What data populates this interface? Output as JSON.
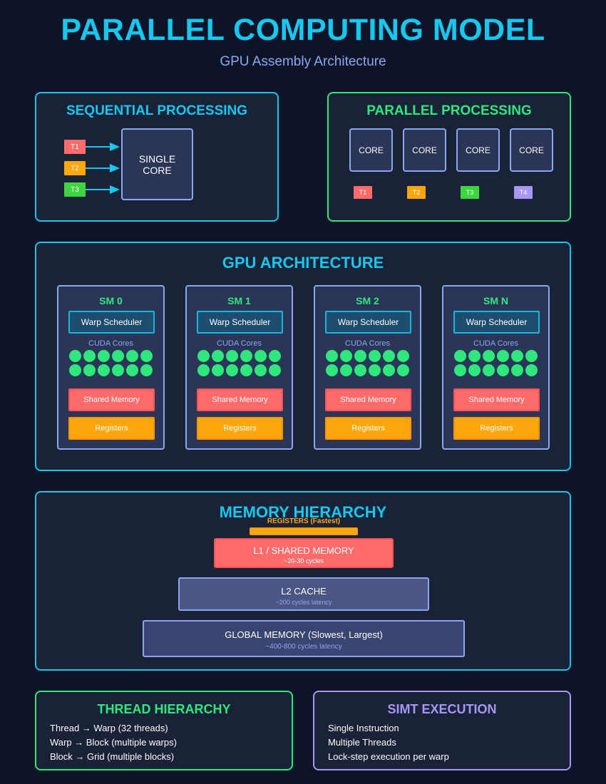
{
  "header": {
    "title": "PARALLEL COMPUTING MODEL",
    "subtitle": "GPU Assembly Architecture"
  },
  "sequential": {
    "title": "SEQUENTIAL PROCESSING",
    "core_label_line1": "SINGLE",
    "core_label_line2": "CORE",
    "threads": [
      {
        "label": "T1",
        "color": "#ff6b6b"
      },
      {
        "label": "T2",
        "color": "#ffa60a"
      },
      {
        "label": "T3",
        "color": "#3ed63e"
      }
    ]
  },
  "parallel": {
    "title": "PARALLEL PROCESSING",
    "cores": [
      "CORE",
      "CORE",
      "CORE",
      "CORE"
    ],
    "threads": [
      {
        "label": "T1",
        "color": "#ff6b6b"
      },
      {
        "label": "T2",
        "color": "#ffa60a"
      },
      {
        "label": "T3",
        "color": "#3ed63e"
      },
      {
        "label": "T4",
        "color": "#a796f7"
      }
    ]
  },
  "gpu": {
    "title": "GPU ARCHITECTURE",
    "sms": [
      {
        "name": "SM 0",
        "warp": "Warp Scheduler",
        "cores_label": "CUDA Cores",
        "shared": "Shared Memory",
        "registers": "Registers"
      },
      {
        "name": "SM 1",
        "warp": "Warp Scheduler",
        "cores_label": "CUDA Cores",
        "shared": "Shared Memory",
        "registers": "Registers"
      },
      {
        "name": "SM 2",
        "warp": "Warp Scheduler",
        "cores_label": "CUDA Cores",
        "shared": "Shared Memory",
        "registers": "Registers"
      },
      {
        "name": "SM N",
        "warp": "Warp Scheduler",
        "cores_label": "CUDA Cores",
        "shared": "Shared Memory",
        "registers": "Registers"
      }
    ]
  },
  "memory": {
    "title": "MEMORY HIERARCHY",
    "registers_label": "REGISTERS (Fastest)",
    "l1_label": "L1 / SHARED MEMORY",
    "l1_sub": "~20-30 cycles",
    "l2_label": "L2 CACHE",
    "l2_sub": "~200 cycles latency",
    "global_label": "GLOBAL MEMORY (Slowest, Largest)",
    "global_sub": "~400-800 cycles latency"
  },
  "thread_hierarchy": {
    "title": "THREAD HIERARCHY",
    "lines": [
      "Thread → Warp (32 threads)",
      "Warp → Block (multiple warps)",
      "Block → Grid (multiple blocks)"
    ]
  },
  "simt": {
    "title": "SIMT EXECUTION",
    "lines": [
      "Single Instruction",
      "Multiple Threads",
      "Lock-step execution per warp"
    ]
  },
  "colors": {
    "background": "#0e1428",
    "cyan": "#15c8f0",
    "green": "#2ee87c",
    "violet": "#a796f7",
    "red": "#ff6b6b",
    "orange": "#ffa60a"
  }
}
